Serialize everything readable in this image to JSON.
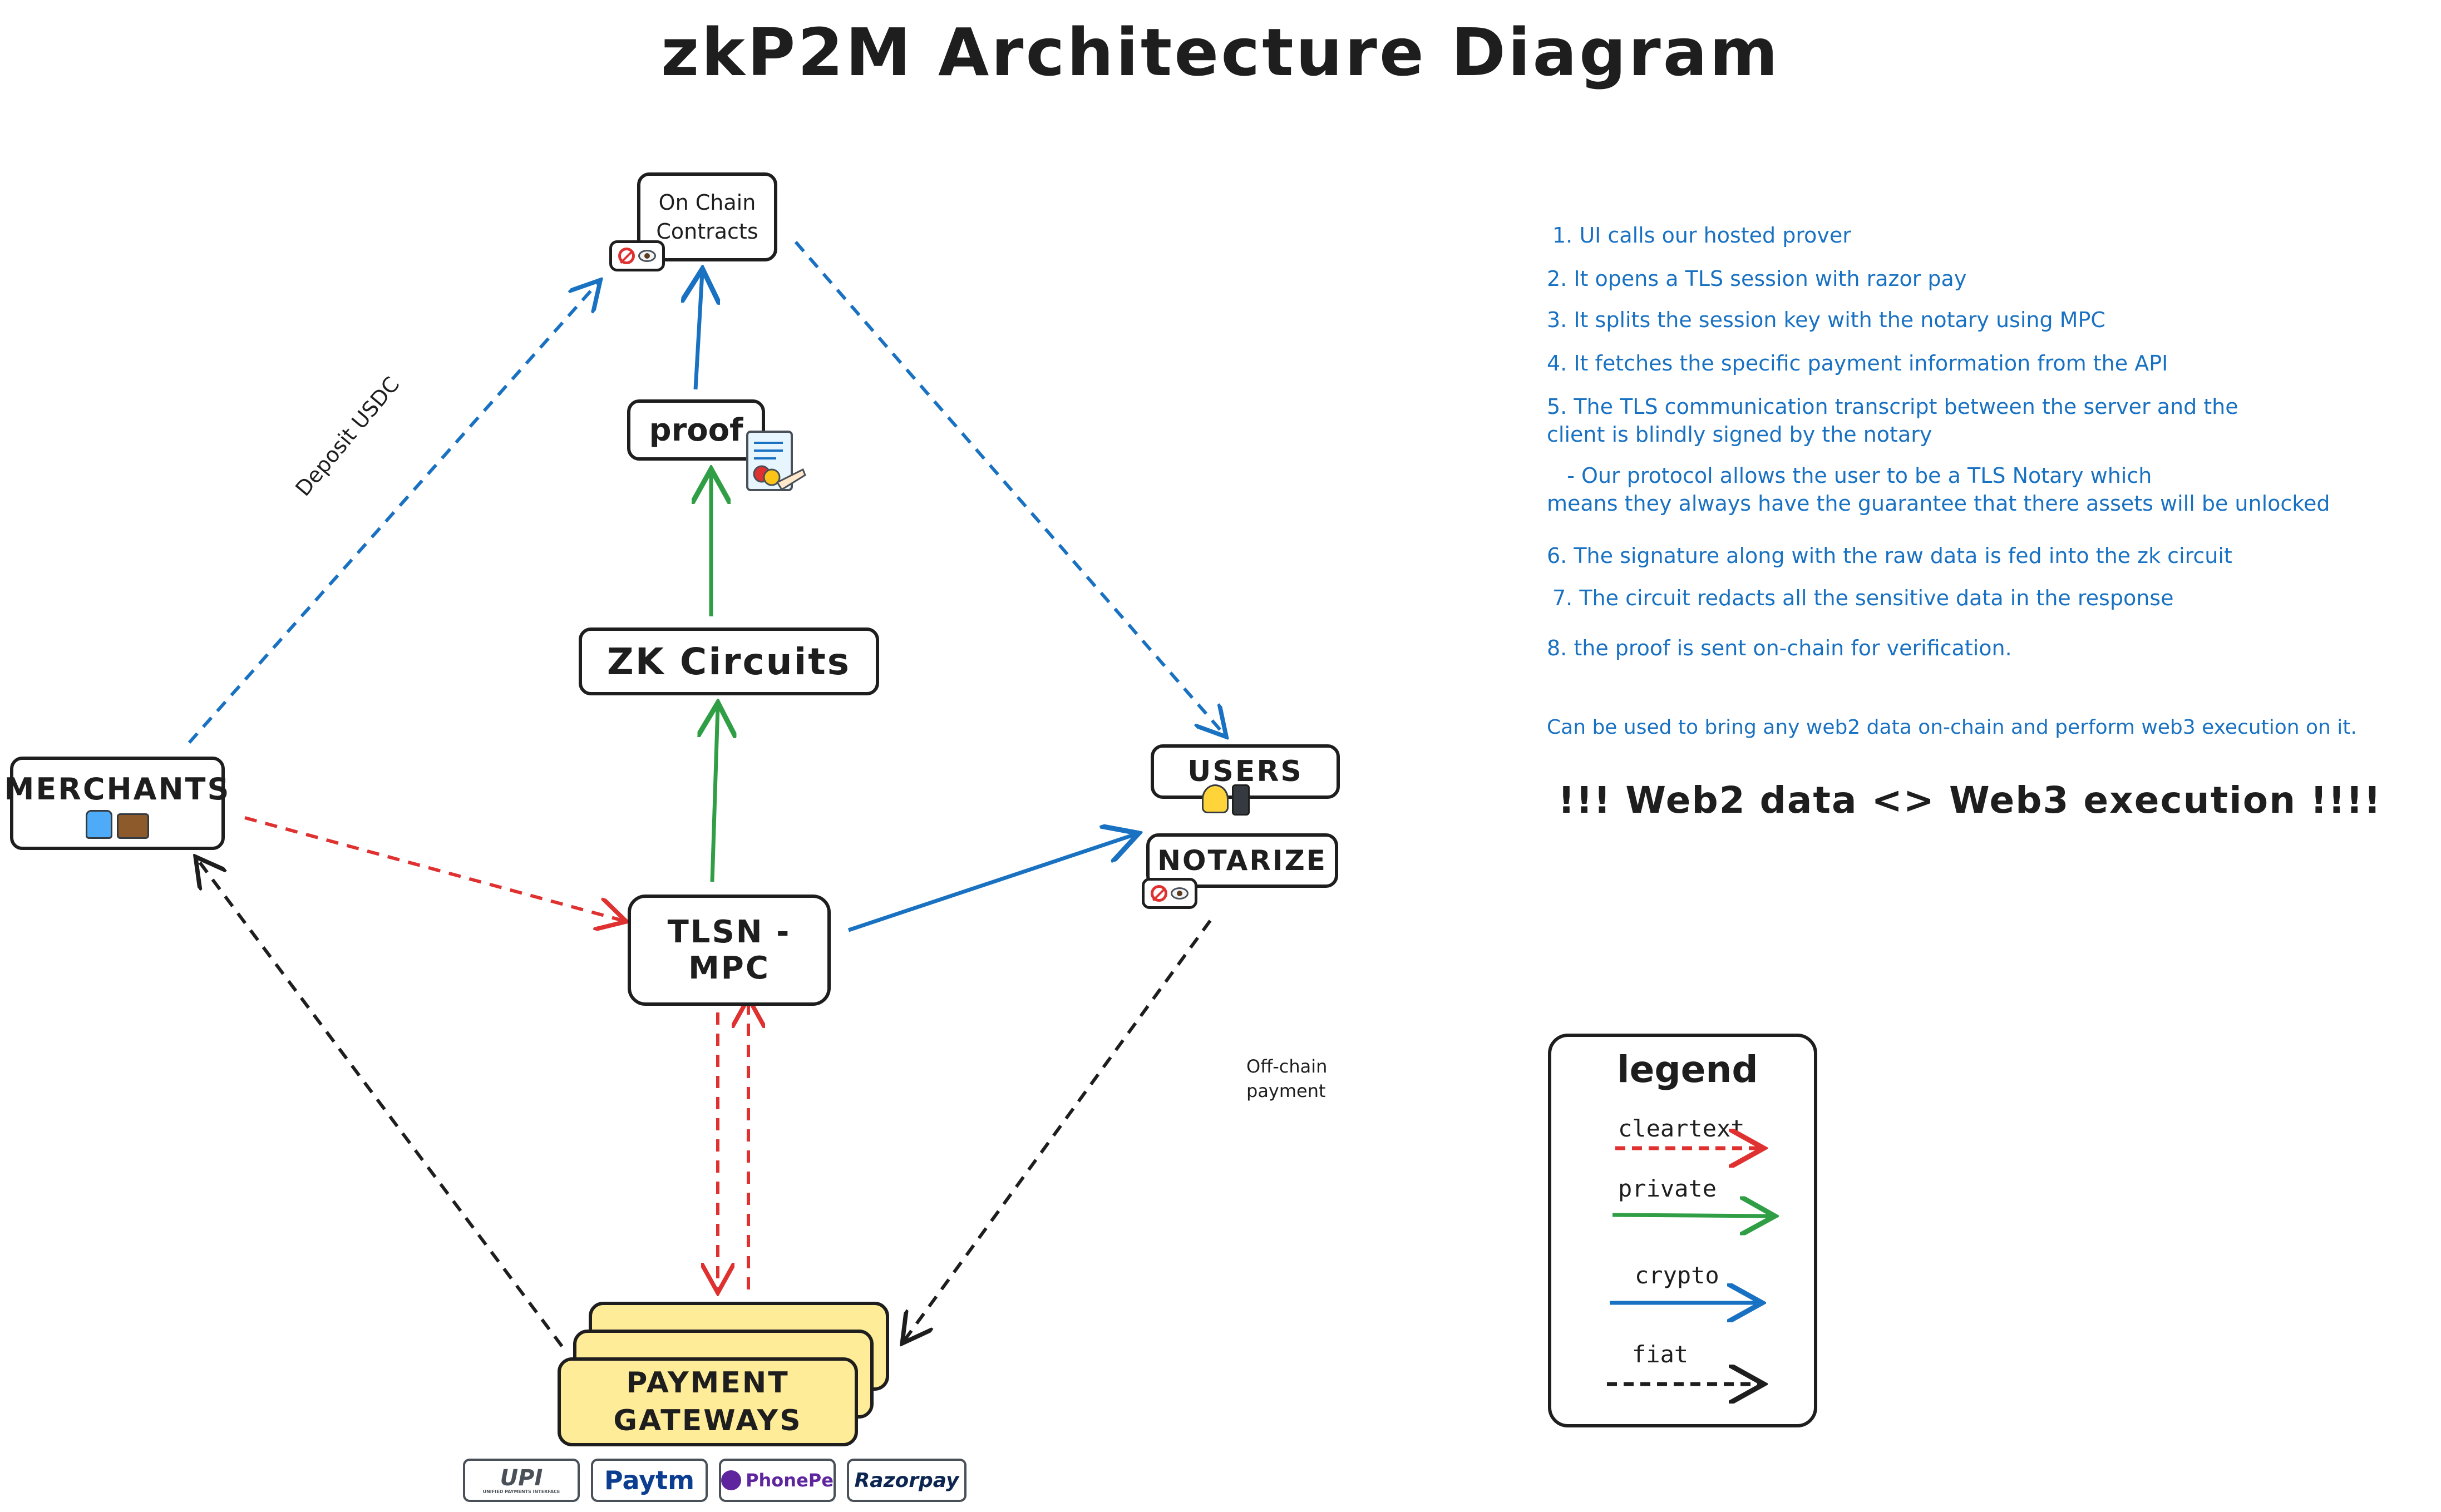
{
  "title": "zkP2M Architecture Diagram",
  "nodes": {
    "onchain": "On Chain\nContracts",
    "proof": "proof",
    "zk": "ZK Circuits",
    "merchants": "MERCHANTS",
    "tlsn": "TLSN - MPC",
    "users": "USERS",
    "notarize": "NOTARIZE",
    "gateways": "PAYMENT\nGATEWAYS"
  },
  "edge_labels": {
    "deposit": "Deposit USDC",
    "offchain": "Off-chain\npayment"
  },
  "steps": [
    "1. UI calls our hosted prover",
    "2. It opens a TLS session with razor pay",
    "3. It splits the session key with the notary using MPC",
    "4. It fetches the specific payment information from the API",
    "5. The TLS communication transcript between the server and the\nclient is blindly signed by the notary",
    "   - Our protocol allows the user to be a TLS Notary which\nmeans they always have the guarantee that there assets will be unlocked",
    "6. The signature along with the raw data is fed into the zk circuit",
    "7. The circuit redacts all the sensitive data in the response",
    "8. the proof is sent on-chain for verification."
  ],
  "note": "Can be used to bring any web2 data on-chain and perform web3 execution on it.",
  "tagline": "!!! Web2 data <> Web3 execution !!!!",
  "legend": {
    "title": "legend",
    "items": [
      {
        "label": "cleartext",
        "color": "#e03131",
        "style": "dashed"
      },
      {
        "label": "private",
        "color": "#2f9e44",
        "style": "solid"
      },
      {
        "label": "crypto",
        "color": "#1971c2",
        "style": "solid"
      },
      {
        "label": "fiat",
        "color": "#1e1e1e",
        "style": "dashed"
      }
    ]
  },
  "logos": {
    "upi": "UPI",
    "upi_sub": "UNIFIED PAYMENTS INTERFACE",
    "paytm": "Paytm",
    "phonepe": "PhonePe",
    "razorpay": "Razorpay"
  },
  "colors": {
    "red": "#e03131",
    "green": "#2f9e44",
    "blue": "#1971c2",
    "black": "#1e1e1e",
    "gateway_fill": "#ffec99"
  }
}
